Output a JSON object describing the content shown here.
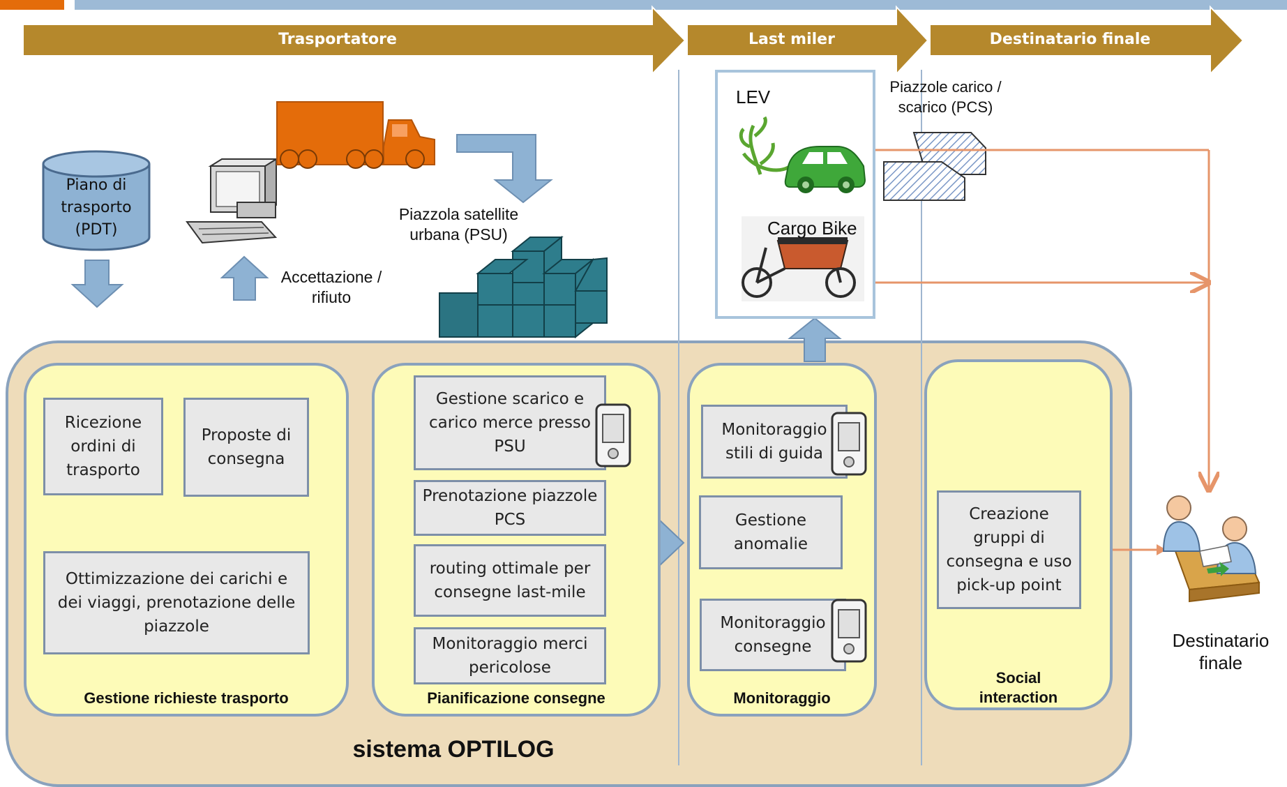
{
  "banners": {
    "trasportatore": "Trasportatore",
    "last_miler": "Last miler",
    "destinatario": "Destinatario finale"
  },
  "top": {
    "pdt": "Piano di trasporto (PDT)",
    "accettazione": "Accettazione / rifiuto",
    "psu": "Piazzola satellite urbana (PSU)",
    "lev": "LEV",
    "cargo_bike": "Cargo Bike",
    "pcs": "Piazzole carico / scarico (PCS)",
    "destinatario_finale": "Destinatario finale"
  },
  "groups": {
    "gestione": {
      "label": "Gestione richieste trasporto",
      "ricezione": "Ricezione ordini di trasporto",
      "proposte": "Proposte di consegna",
      "ottimizzazione": "Ottimizzazione dei carichi e dei viaggi, prenotazione delle piazzole"
    },
    "pianificazione": {
      "label": "Pianificazione consegne",
      "scarico": "Gestione scarico e carico merce presso PSU",
      "prenotazione": "Prenotazione piazzole PCS",
      "routing": "routing ottimale per consegne last-mile",
      "pericolose": "Monitoraggio merci pericolose"
    },
    "monitoraggio": {
      "label": "Monitoraggio",
      "stili": "Monitoraggio stili di guida",
      "anomalie": "Gestione anomalie",
      "consegne": "Monitoraggio consegne"
    },
    "social": {
      "label": "Social interaction",
      "creazione": "Creazione gruppi di consegna e uso pick-up point"
    }
  },
  "system_title": "sistema OPTILOG",
  "colors": {
    "banner": "#b5882c",
    "truck": "#e46c0a",
    "arrow_blue": "#8eb2d3",
    "panel": "#eedcba",
    "group": "#fdfbb8",
    "orange_line": "#e6956a",
    "boxes": "#2e7d8c"
  }
}
